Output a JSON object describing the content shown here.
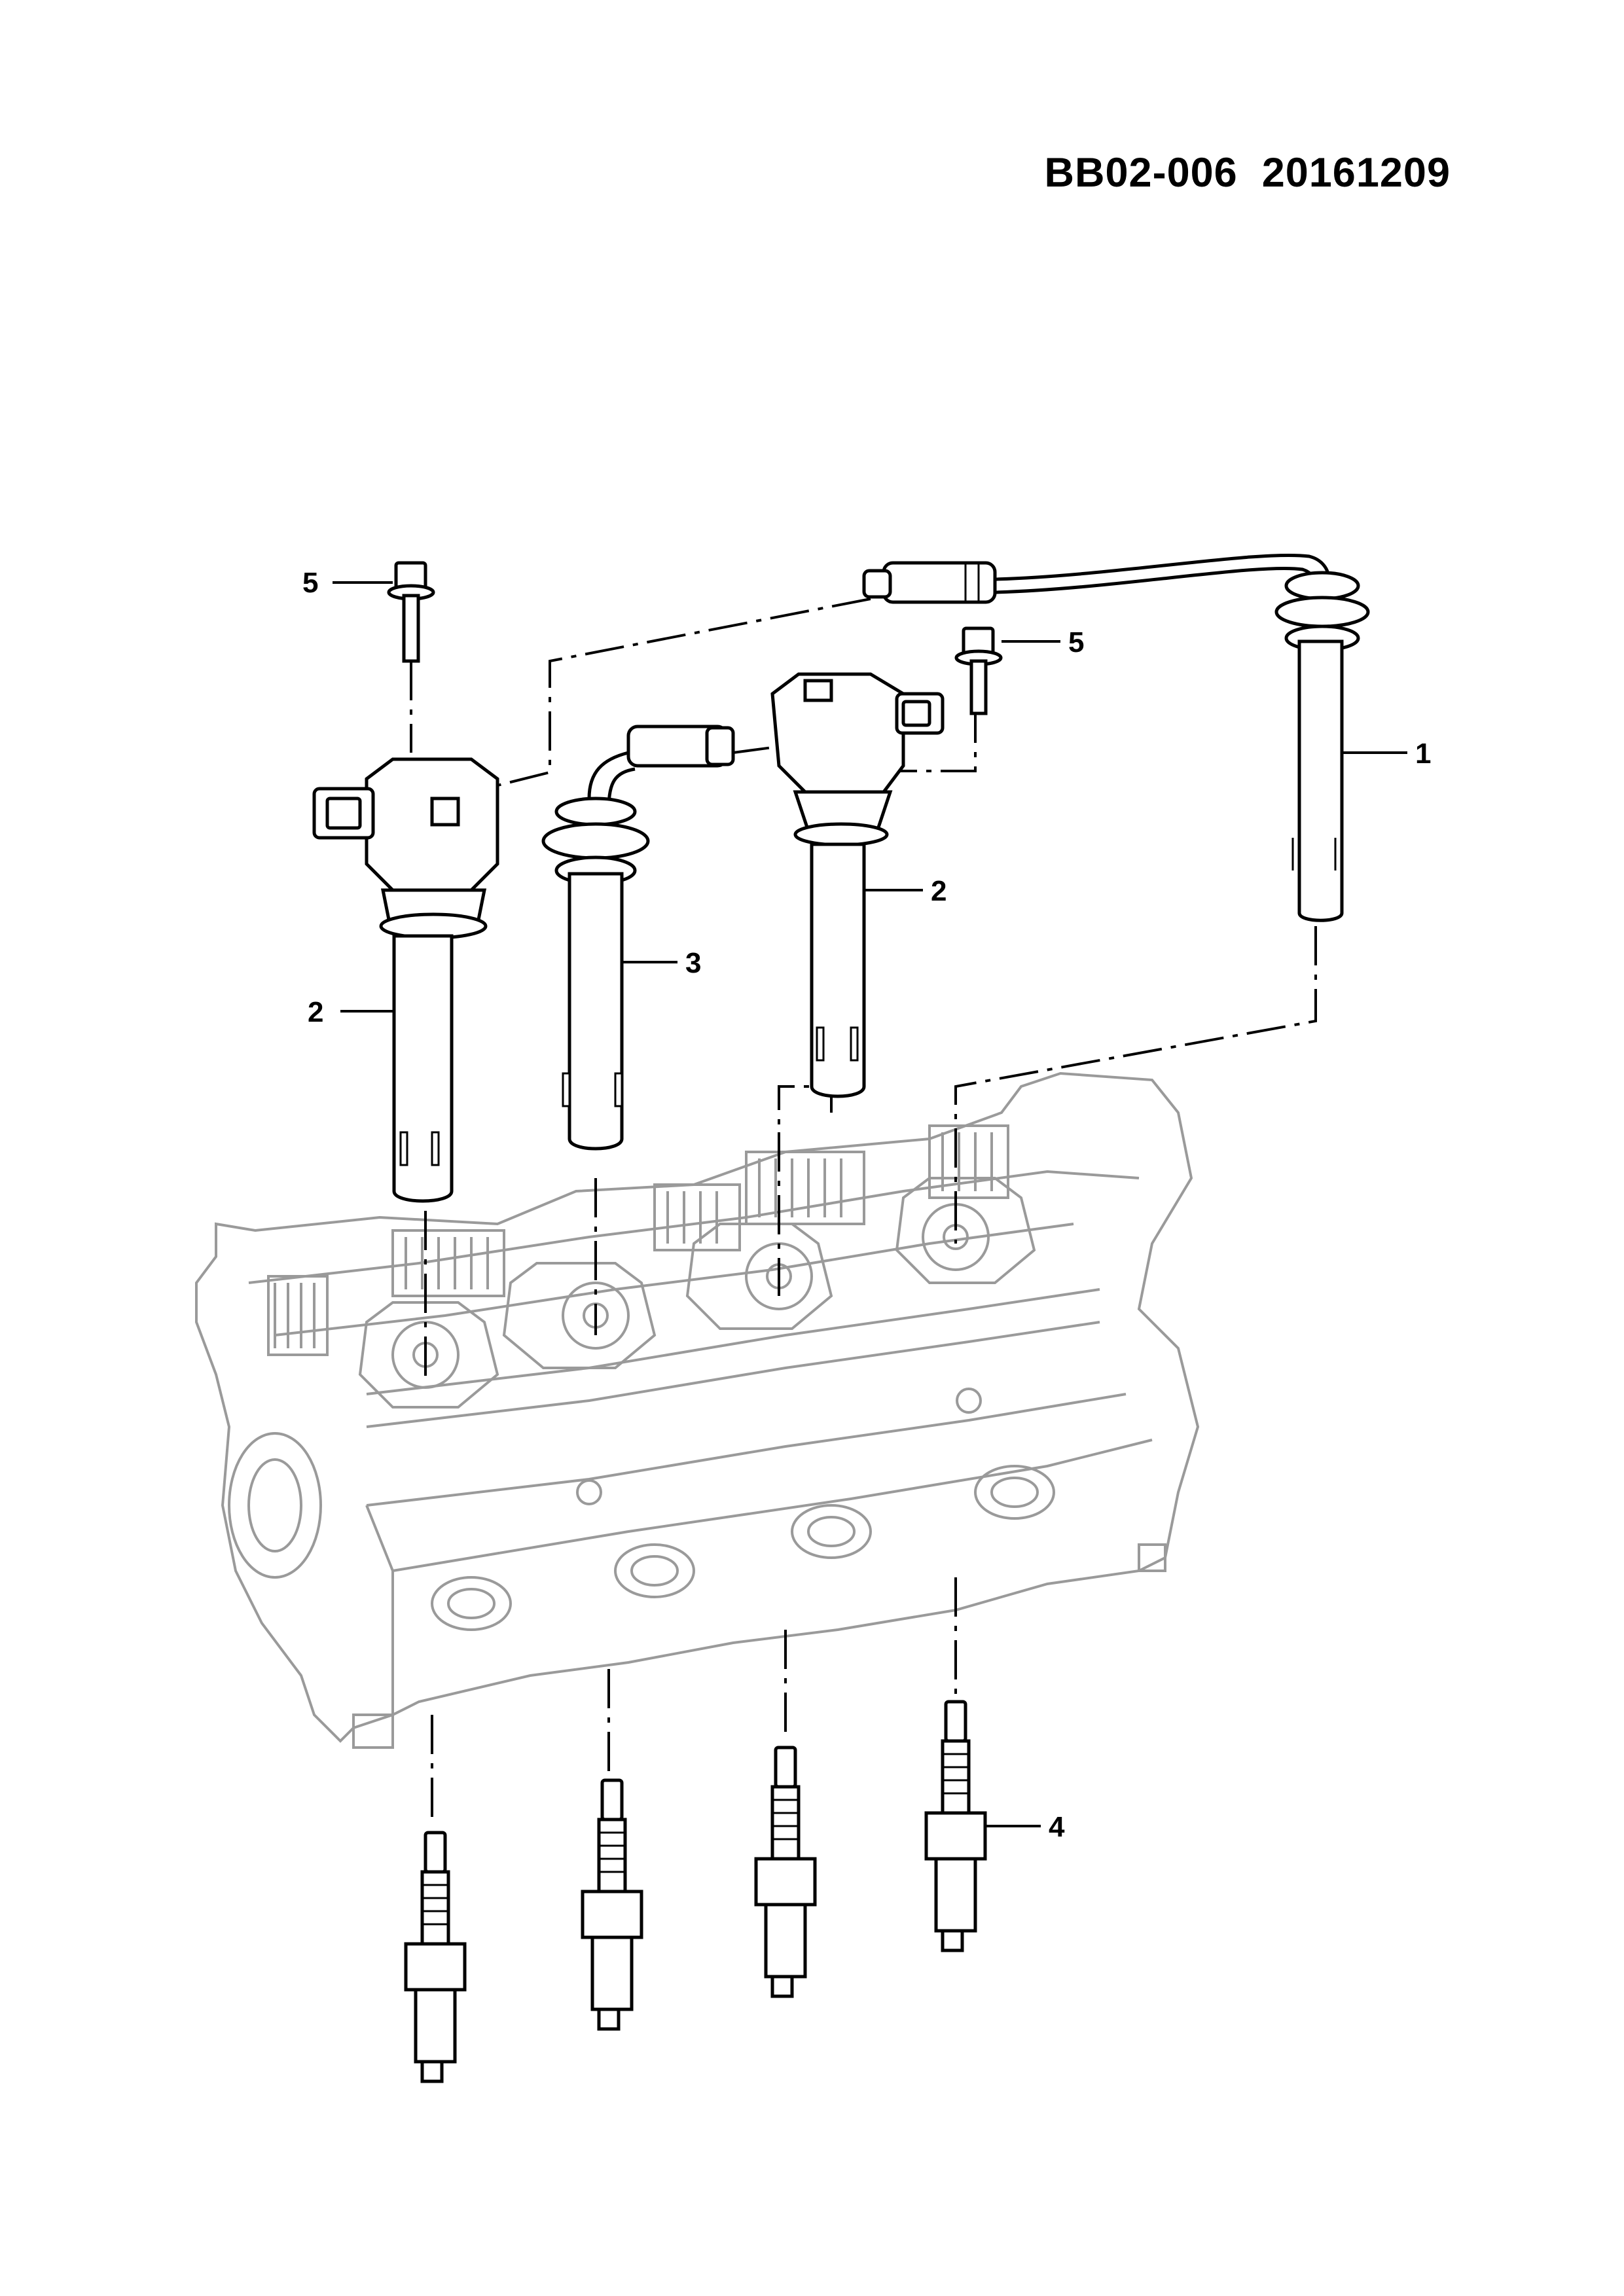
{
  "header": {
    "diagram_code": "BB02-006  20161209"
  },
  "callouts": {
    "ignition_lead_long": "1",
    "coil_left": "2",
    "coil_right": "2",
    "ignition_lead_short": "3",
    "spark_plug": "4",
    "bolt_left": "5",
    "bolt_right": "5"
  }
}
